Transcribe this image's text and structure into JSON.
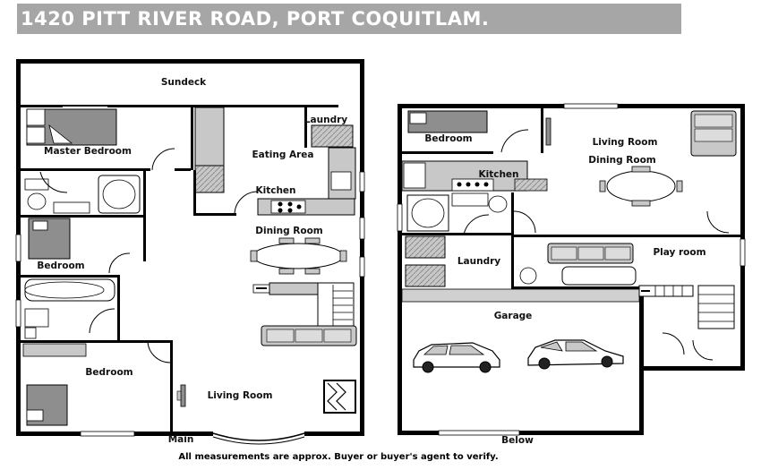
{
  "title": "1420 PITT RIVER ROAD, PORT COQUITLAM.",
  "main_floor": {
    "label": "Main",
    "rooms": {
      "sundeck": "Sundeck",
      "laundry": "Laundry",
      "master_bedroom": "Master Bedroom",
      "eating_area": "Eating Area",
      "kitchen": "Kitchen",
      "dining_room": "Dining Room",
      "bedroom_1": "Bedroom",
      "bedroom_2": "Bedroom",
      "living_room": "Living Room"
    }
  },
  "below_floor": {
    "label": "Below",
    "rooms": {
      "bedroom": "Bedroom",
      "living_room": "Living Room",
      "dining_room": "Dining Room",
      "kitchen": "Kitchen",
      "laundry": "Laundry",
      "play_room": "Play room",
      "garage": "Garage"
    }
  },
  "disclaimer": "All measurements are approx. Buyer or buyer's agent to verify.",
  "colors": {
    "banner": "#a6a6a6",
    "wall": "#000000",
    "fixture_fill": "#c8c8c8",
    "fixture_dark": "#8e8e8e",
    "garage_strip": "#d0d0d0"
  }
}
